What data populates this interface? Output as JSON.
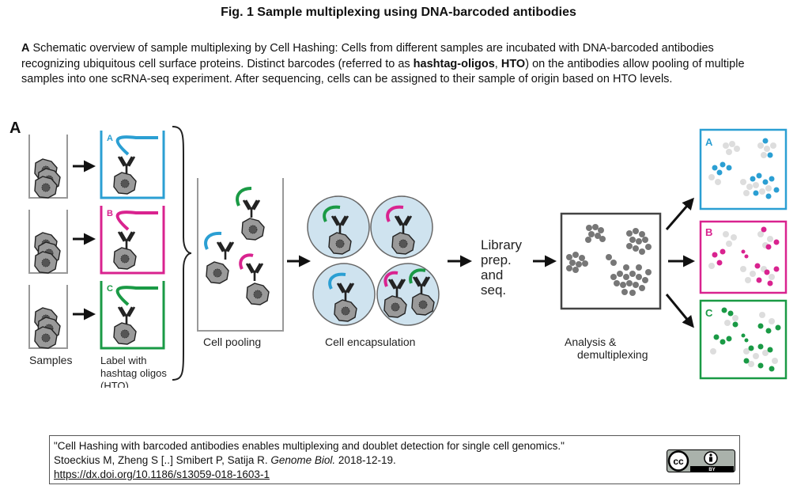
{
  "figure": {
    "title": "Fig. 1 Sample multiplexing using DNA-barcoded antibodies"
  },
  "caption": {
    "panel_letter": "A",
    "text_1": " Schematic overview of sample multiplexing by Cell Hashing: Cells from different samples are incubated with DNA-barcoded antibodies recognizing ubiquitous cell surface proteins. Distinct barcodes (referred to as ",
    "bold_1": "hashtag-oligos",
    "text_2": ", ",
    "bold_2": "HTO",
    "text_3": ") on the antibodies allow pooling of multiple samples into one scRNA-seq experiment. After sequencing, cells can be assigned to their sample of origin based on HTO levels."
  },
  "diagram": {
    "panel_label": "A",
    "samples_label": "Samples",
    "label_htos": [
      "Label with",
      "hashtag oligos",
      "(HTO)"
    ],
    "pooling_label": "Cell pooling",
    "encapsulation_label": "Cell encapsulation",
    "library_label": [
      "Library",
      "prep.",
      "and",
      "seq."
    ],
    "analysis_label": [
      "Analysis &",
      "demultiplexing"
    ],
    "tube_letters": [
      "A",
      "B",
      "C"
    ],
    "result_letters": [
      "A",
      "B",
      "C"
    ],
    "colors": {
      "a": "#2b9fd3",
      "b": "#d9238f",
      "c": "#1a9a45",
      "gray": "#8a8a8a",
      "light": "#dddddd",
      "bead": "#cfe3ef"
    }
  },
  "citation": {
    "line_1": "\"Cell Hashing with barcoded antibodies enables multiplexing and doublet detection for single cell genomics.\"",
    "authors": "Stoeckius M, Zheng S [..] Smibert P, Satija R. ",
    "journal": "Genome Biol.",
    "date": " 2018-12-19.",
    "link": "https://dx.doi.org/10.1186/s13059-018-1603-1",
    "license_text": "BY"
  }
}
